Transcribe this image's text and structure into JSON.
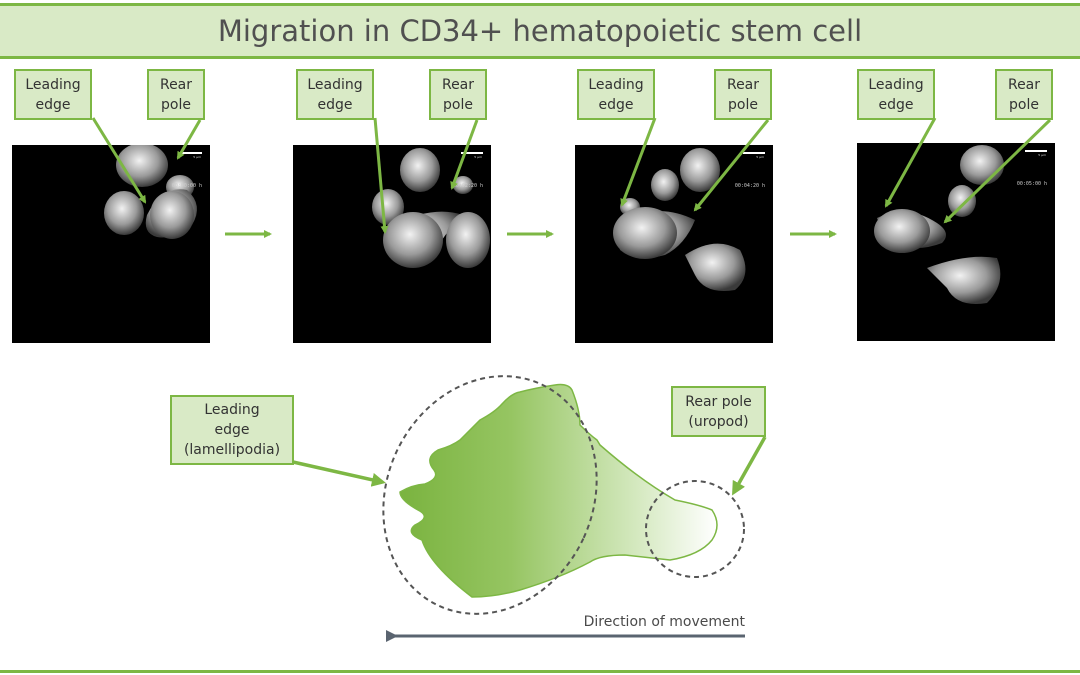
{
  "title": "Migration in CD34+ hematopoietic stem cell",
  "panels": [
    {
      "leading": "Leading\nedge",
      "rear": "Rear\npole",
      "timestamp": "00:00:00 h",
      "scale": "5 µm"
    },
    {
      "leading": "Leading\nedge",
      "rear": "Rear\npole",
      "timestamp": "00:02:20 h",
      "scale": "5 µm"
    },
    {
      "leading": "Leading\nedge",
      "rear": "Rear\npole",
      "timestamp": "00:04:20 h",
      "scale": "5 µm"
    },
    {
      "leading": "Leading\nedge",
      "rear": "Rear\npole",
      "timestamp": "00:05:00 h",
      "scale": "5 µm"
    }
  ],
  "diagram": {
    "leading_label": "Leading\nedge\n(lamellipodia)",
    "rear_label": "Rear pole\n(uropod)",
    "direction_label": "Direction of movement"
  },
  "colors": {
    "accent": "#7db744",
    "label_fill": "#d9eac6",
    "cell_dark": "#7ab33f",
    "arrow_gray": "#5a6470"
  }
}
